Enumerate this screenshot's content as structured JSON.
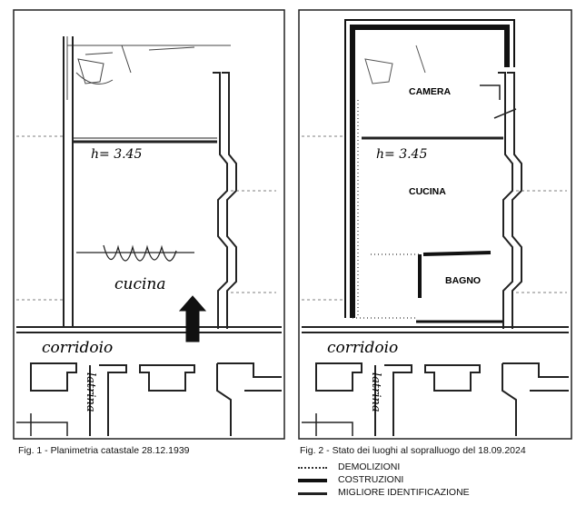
{
  "figure1": {
    "handwritten": {
      "height": "h= 3.45",
      "kitchen": "cucina",
      "corridor": "corridoio",
      "toilet": "latrina"
    },
    "caption": "Fig. 1 - Planimetria catastale 28.12.1939"
  },
  "figure2": {
    "handwritten": {
      "height": "h= 3.45",
      "corridor": "corridoio",
      "toilet": "latrina"
    },
    "rooms": {
      "camera": "CAMERA",
      "cucina": "CUCINA",
      "bagno": "BAGNO"
    },
    "caption": "Fig. 2 - Stato dei luoghi al sopralluogo del 18.09.2024"
  },
  "legend": [
    {
      "label": "DEMOLIZIONI",
      "style": "dotted"
    },
    {
      "label": "COSTRUZIONI",
      "style": "thick"
    },
    {
      "label": "MIGLIORE IDENTIFICAZIONE",
      "style": "medium"
    }
  ],
  "colors": {
    "ink": "#111111",
    "paper": "#ffffff",
    "frame_line": "#222222"
  }
}
